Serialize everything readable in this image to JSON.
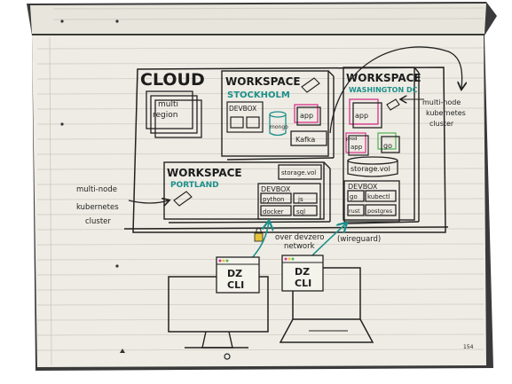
{
  "cloud": {
    "title": "CLOUD",
    "multi_region": [
      "multi",
      "region"
    ]
  },
  "stockholm": {
    "title": "WORKSPACE",
    "region": "STOCKHOLM",
    "devbox": "DEVBOX",
    "mongo": "mongo",
    "app": "app",
    "kafka": "Kafka"
  },
  "washington": {
    "title": "WORKSPACE",
    "region": "WASHINGTON DC",
    "app": "app",
    "prod_app": [
      "prod",
      "app"
    ],
    "go": "go",
    "storage": "storage.vol",
    "devbox": "DEVBOX",
    "tools": [
      "go",
      "kubectl",
      "rust",
      "postgres"
    ]
  },
  "portland": {
    "title": "WORKSPACE",
    "region": "PORTLAND",
    "storage": "storage.vol",
    "devbox": "DEVBOX",
    "tools": [
      "python",
      "js",
      "docker",
      "sql"
    ]
  },
  "annotations": {
    "left_cluster": [
      "multi-node",
      "kubernetes",
      "cluster"
    ],
    "right_cluster": [
      "multi-node",
      "kubernetes",
      "cluster"
    ],
    "network": [
      "over devzero",
      "network"
    ],
    "wireguard": "(wireguard)",
    "page_number": "154"
  },
  "clients": [
    {
      "label": [
        "DZ",
        "CLI"
      ],
      "device": "desktop-monitor"
    },
    {
      "label": [
        "DZ",
        "CLI"
      ],
      "device": "laptop"
    }
  ],
  "colors": {
    "teal": "#1c8f8a",
    "pink": "#d9328a",
    "green": "#58b45a",
    "yellow_lock": "#e6c23a",
    "paper": "#eeece4",
    "ink": "#222222"
  }
}
